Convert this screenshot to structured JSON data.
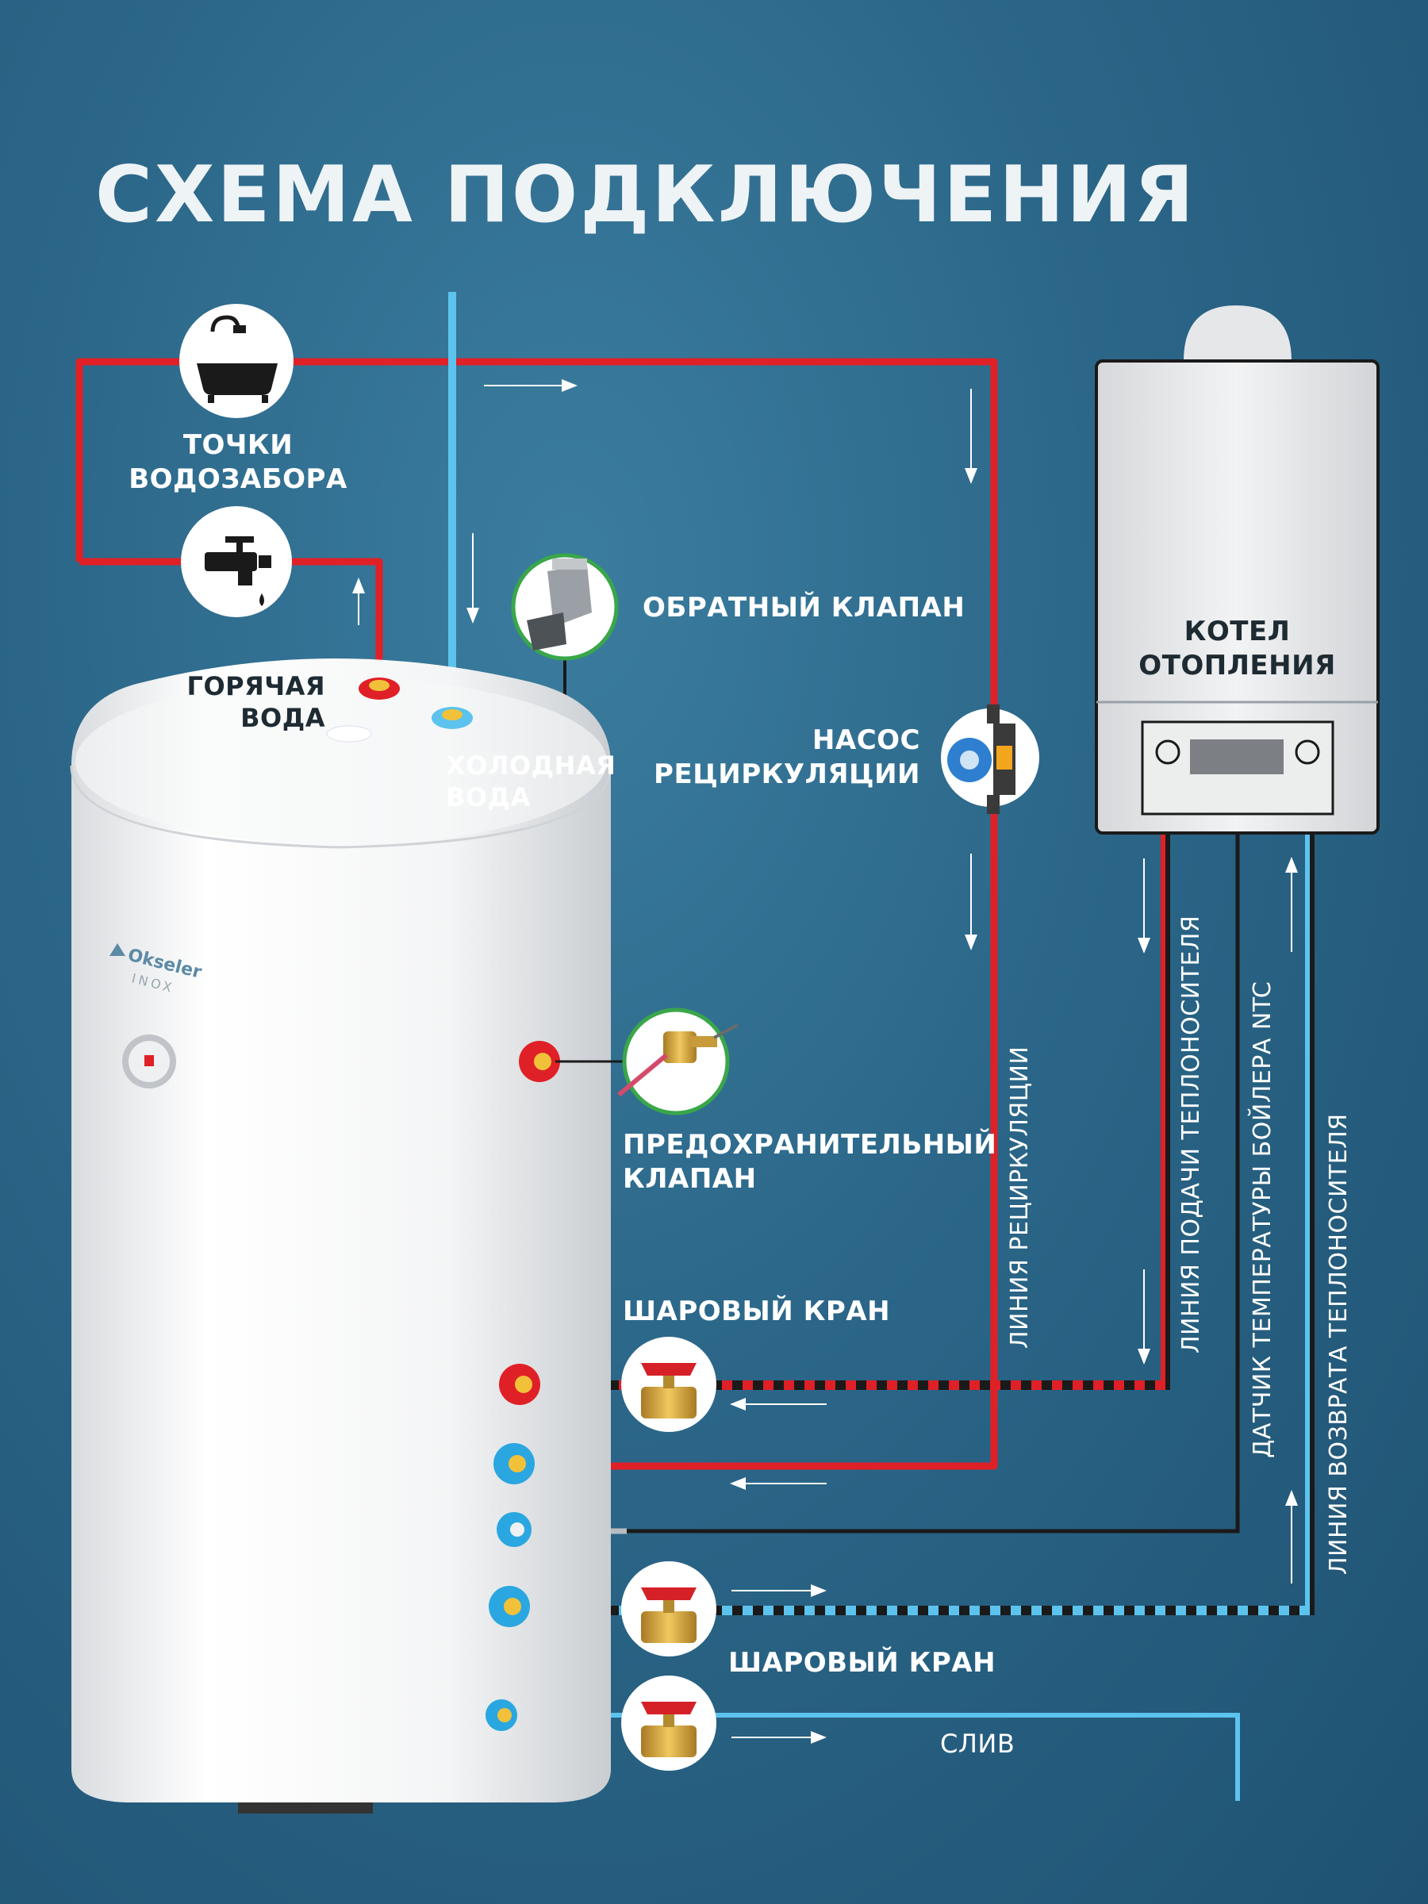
{
  "title": "СХЕМА ПОДКЛЮЧЕНИЯ",
  "labels": {
    "points_line1": "ТОЧКИ",
    "points_line2": "ВОДОЗАБОРА",
    "hot_line1": "ГОРЯЧАЯ",
    "hot_line2": "ВОДА",
    "cold_line1": "ХОЛОДНАЯ",
    "cold_line2": "ВОДА",
    "check_valve": "ОБРАТНЫЙ КЛАПАН",
    "pump_line1": "НАСОС",
    "pump_line2": "РЕЦИРКУЛЯЦИИ",
    "safety_line1": "ПРЕДОХРАНИТЕЛЬНЫЙ",
    "safety_line2": "КЛАПАН",
    "ball_valve_1": "ШАРОВЫЙ КРАН",
    "ball_valve_2": "ШАРОВЫЙ КРАН",
    "drain": "СЛИВ",
    "boiler_line1": "КОТЕЛ",
    "boiler_line2": "ОТОПЛЕНИЯ",
    "recirculation_line": "ЛИНИЯ РЕЦИРКУЛЯЦИИ",
    "supply_line": "ЛИНИЯ ПОДАЧИ ТЕПЛОНОСИТЕЛЯ",
    "sensor_line": "ДАТЧИК ТЕМПЕРАТУРЫ БОЙЛЕРА NTC",
    "return_line": "ЛИНИЯ ВОЗВРАТА ТЕПЛОНОСИТЕЛЯ",
    "brand": "Okseler",
    "brand_sub": "INOX"
  },
  "colors": {
    "background": "#2b6688",
    "hot_pipe": "#e02027",
    "cold_pipe": "#5cc3ee",
    "sensor_wire": "#1a1a1a",
    "tank": "#f3f4f5",
    "boiler": "#e9eaec"
  },
  "icons": {
    "shower": "bathtub-shower-icon",
    "tap": "water-tap-icon",
    "check_valve": "check-valve-icon",
    "pump": "circulation-pump-icon",
    "safety_valve": "safety-valve-icon",
    "ball_valve": "ball-valve-icon"
  }
}
